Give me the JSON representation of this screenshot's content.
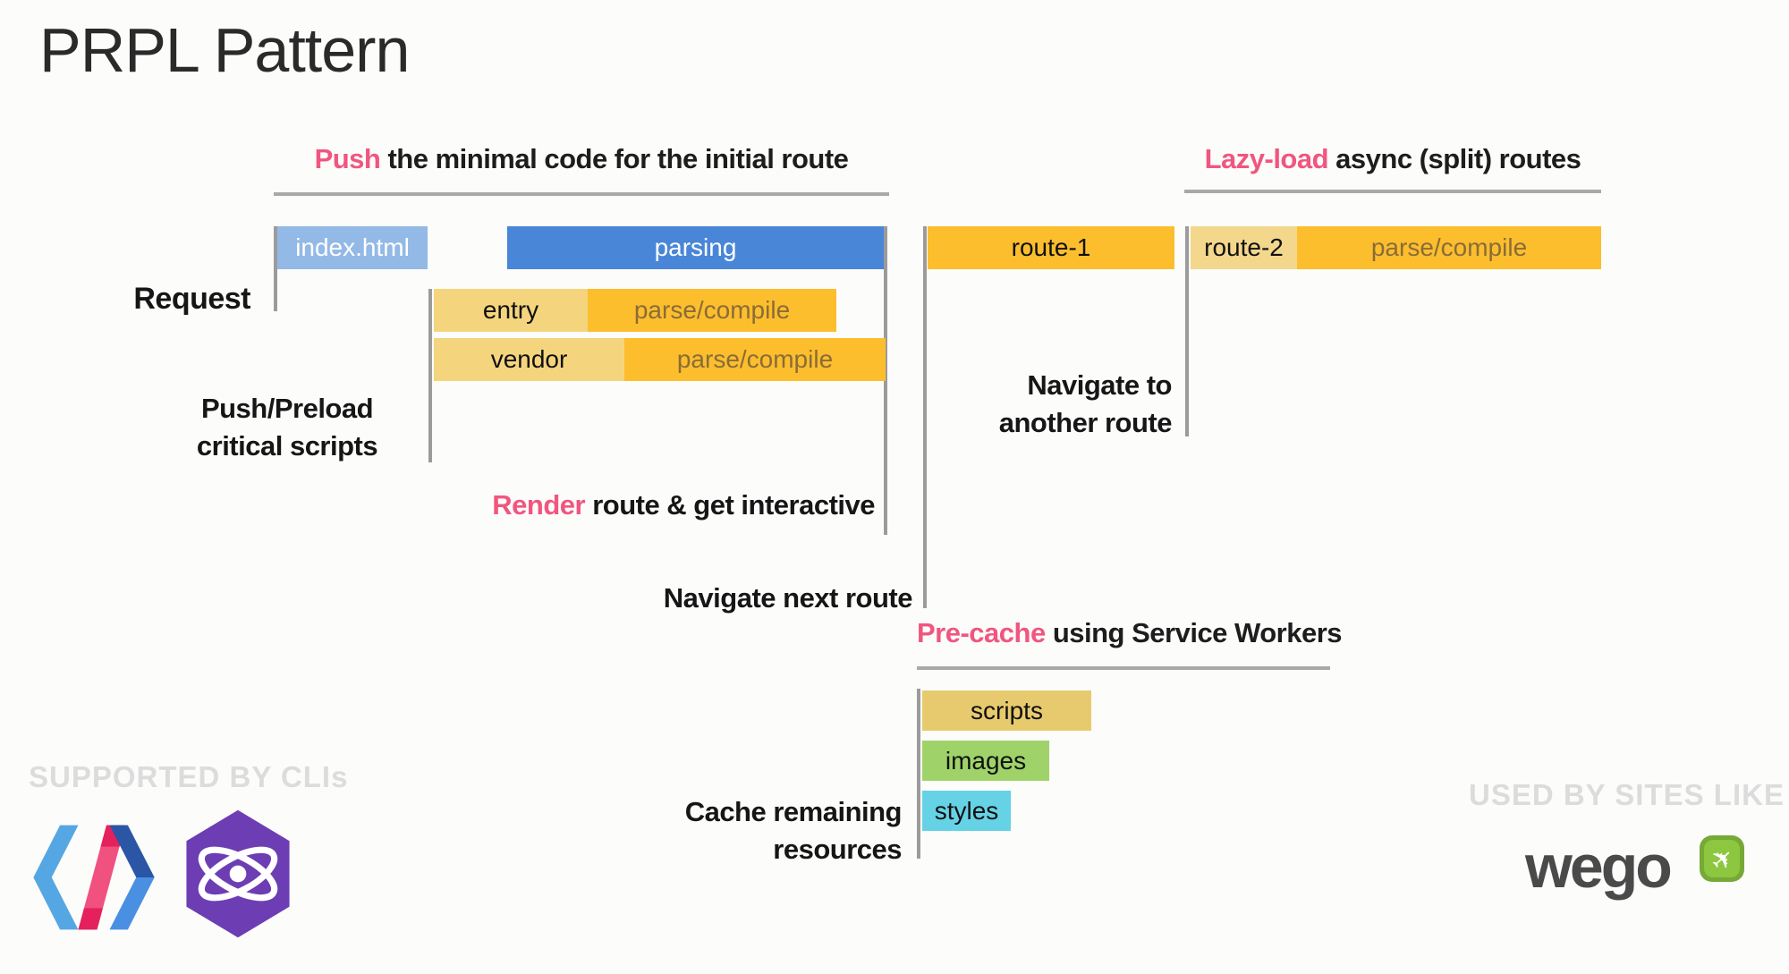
{
  "title": "PRPL Pattern",
  "sections": {
    "push": {
      "highlight": "Push",
      "rest": " the minimal code for the initial route"
    },
    "lazy": {
      "highlight": "Lazy-load",
      "rest": " async (split) routes"
    },
    "precache": {
      "highlight": "Pre-cache",
      "rest": " using Service Workers"
    }
  },
  "labels": {
    "request": "Request",
    "push_preload_line1": "Push/Preload",
    "push_preload_line2": "critical scripts",
    "render_highlight": "Render",
    "render_rest": " route & get interactive",
    "navigate_next": "Navigate next route",
    "navigate_another_line1": "Navigate to",
    "navigate_another_line2": "another route",
    "cache_line1": "Cache remaining",
    "cache_line2": "resources"
  },
  "bars": {
    "index_html": "index.html",
    "parsing": "parsing",
    "entry": "entry",
    "vendor": "vendor",
    "parse_compile": "parse/compile",
    "route1": "route-1",
    "route2": "route-2",
    "scripts": "scripts",
    "images": "images",
    "styles": "styles"
  },
  "footer": {
    "left_caption": "SUPPORTED BY CLIs",
    "right_caption": "USED BY SITES LIKE",
    "wego_text": "wego",
    "logo_names": {
      "polymer": "polymer-logo",
      "preact": "preact-logo",
      "wego": "wego-airplane-logo"
    }
  },
  "colors": {
    "accent_pink": "#f0567f",
    "bar_blue": "#4a86d8",
    "bar_blue_light": "#93b9e6",
    "bar_orange": "#fcbe2d",
    "bar_amber_light": "#f4d57e",
    "bar_sand": "#e8ca6e",
    "bar_green": "#9fd369",
    "bar_cyan": "#66d2e6",
    "line_gray": "#9b9b9b",
    "caption_gray": "#dcdcdc"
  }
}
